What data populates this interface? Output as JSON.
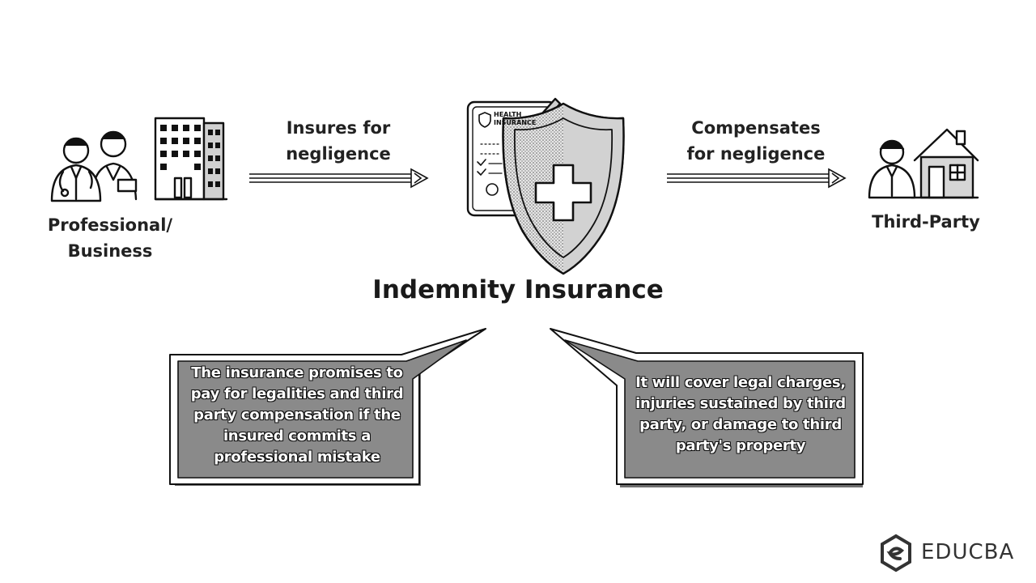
{
  "diagram": {
    "source": {
      "label_line1": "Professional/",
      "label_line2": "Business",
      "icon": "professionals-and-building-icon"
    },
    "arrow_left": {
      "label_line1": "Insures for",
      "label_line2": "negligence"
    },
    "center": {
      "icon": "health-insurance-shield-icon",
      "document_text_line1": "HEALTH",
      "document_text_line2": "INSURANCE",
      "title": "Indemnity Insurance"
    },
    "arrow_right": {
      "label_line1": "Compensates",
      "label_line2": "for negligence"
    },
    "target": {
      "label": "Third-Party",
      "icon": "person-and-house-icon"
    },
    "callout_left": {
      "lines": [
        "The insurance promises to",
        "pay for legalities and third",
        "party compensation if the",
        "insured commits a",
        "professional mistake"
      ]
    },
    "callout_right": {
      "lines": [
        "It will cover legal charges,",
        "injuries sustained by third",
        "party, or damage to third",
        "party's property"
      ]
    }
  },
  "brand": {
    "name": "EDUCBA",
    "icon": "educba-logo-icon"
  },
  "colors": {
    "ink": "#1a1a1a",
    "callout_fill": "#8a8a8a",
    "shield_shade": "#c8c8c8"
  }
}
